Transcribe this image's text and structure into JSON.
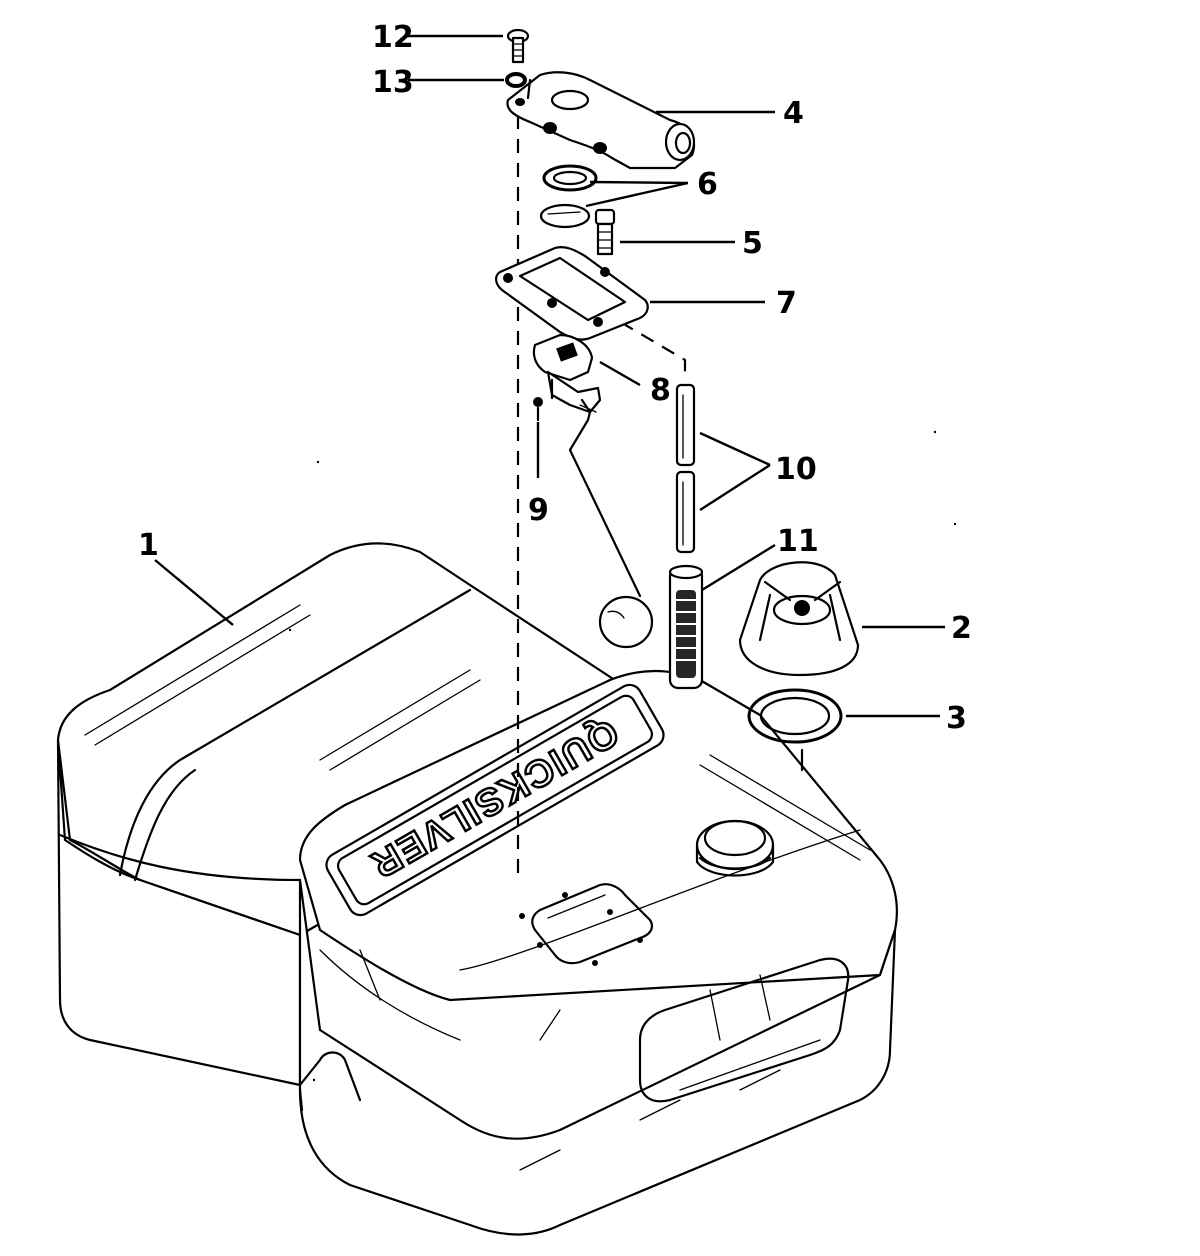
{
  "brand_text": "QUICKSILVER",
  "callouts": [
    {
      "id": "callout-12",
      "label": "12"
    },
    {
      "id": "callout-13",
      "label": "13"
    },
    {
      "id": "callout-4",
      "label": "4"
    },
    {
      "id": "callout-6",
      "label": "6"
    },
    {
      "id": "callout-5",
      "label": "5"
    },
    {
      "id": "callout-7",
      "label": "7"
    },
    {
      "id": "callout-8",
      "label": "8"
    },
    {
      "id": "callout-9",
      "label": "9"
    },
    {
      "id": "callout-10",
      "label": "10"
    },
    {
      "id": "callout-11",
      "label": "11"
    },
    {
      "id": "callout-1",
      "label": "1"
    },
    {
      "id": "callout-2",
      "label": "2"
    },
    {
      "id": "callout-3",
      "label": "3"
    }
  ],
  "colors": {
    "ink": "#000000",
    "paper": "#ffffff"
  }
}
